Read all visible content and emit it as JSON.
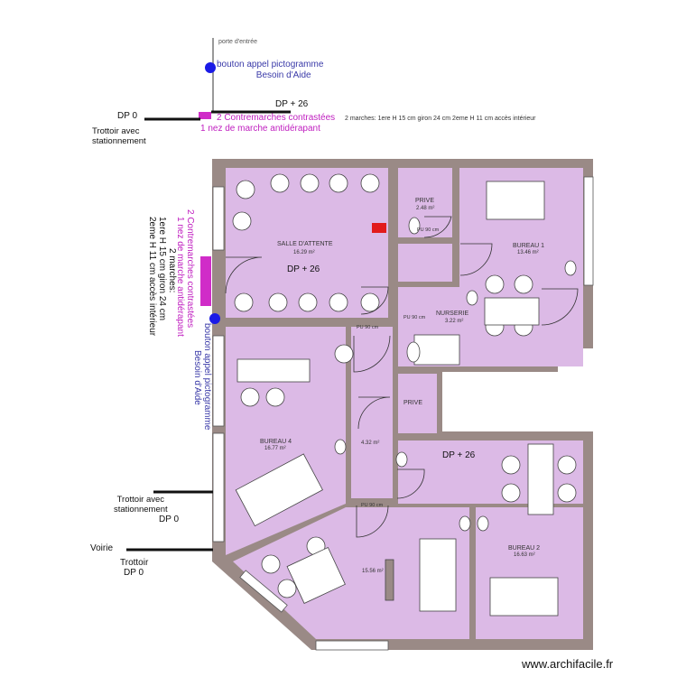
{
  "top": {
    "entrance": "porte d'entrée",
    "call_button_line1": "bouton appel pictogramme",
    "call_button_line2": "Besoin d'Aide",
    "dp26": "DP + 26",
    "dp0": "DP 0",
    "contremarches": "2 Contremarches contrastées",
    "nez": "1 nez de marche antidérapant",
    "marches": "2 marches: 1ere H 15 cm giron 24 cm 2eme H 11 cm accès intérieur",
    "trottoir_line1": "Trottoir avec",
    "trottoir_line2": "stationnement"
  },
  "left_side": {
    "contremarches": "2 Contremarches contrastées",
    "nez": "1 nez de marche antidérapant",
    "marches_line1": "2 marches:",
    "marches_line2": "1ere H 15 cm giron 24 cm",
    "marches_line3": "2eme H 11 cm accès intérieur",
    "call_button_line1": "bouton appel pictogramme",
    "call_button_line2": "Besoin d'Aide",
    "trottoir_line1": "Trottoir avec",
    "trottoir_line2": "stationnement",
    "dp0_a": "DP 0",
    "voirie": "Voirie",
    "trottoir_b": "Trottoir",
    "dp0_b": "DP 0"
  },
  "rooms": {
    "salle_attente": "SALLE D'ATTENTE",
    "salle_attente_area": "16.29 m²",
    "salle_dp": "DP + 26",
    "prive_top": "PRIVE",
    "prive_top_area": "2.48 m²",
    "bureau1": "BUREAU 1",
    "bureau1_area": "13.46 m²",
    "nurserie": "NURSERIE",
    "nurserie_area": "3.22 m²",
    "prive_mid": "PRIVE",
    "bureau4": "BUREAU 4",
    "bureau4_area": "16.77 m²",
    "corridor_area": "4.32 m²",
    "dp_right": "DP + 26",
    "bureau2": "BUREAU 2",
    "bureau2_area": "16.63 m²",
    "bottom_area": "15.56 m²",
    "pu90": "PU 90 cm"
  },
  "footer": {
    "watermark": "www.archifacile.fr"
  },
  "colors": {
    "room": "#dcbae6",
    "wall": "#9a8a86",
    "blue": "#3a3aa8",
    "magenta": "#c020c0",
    "dot": "#1a1ae6"
  }
}
